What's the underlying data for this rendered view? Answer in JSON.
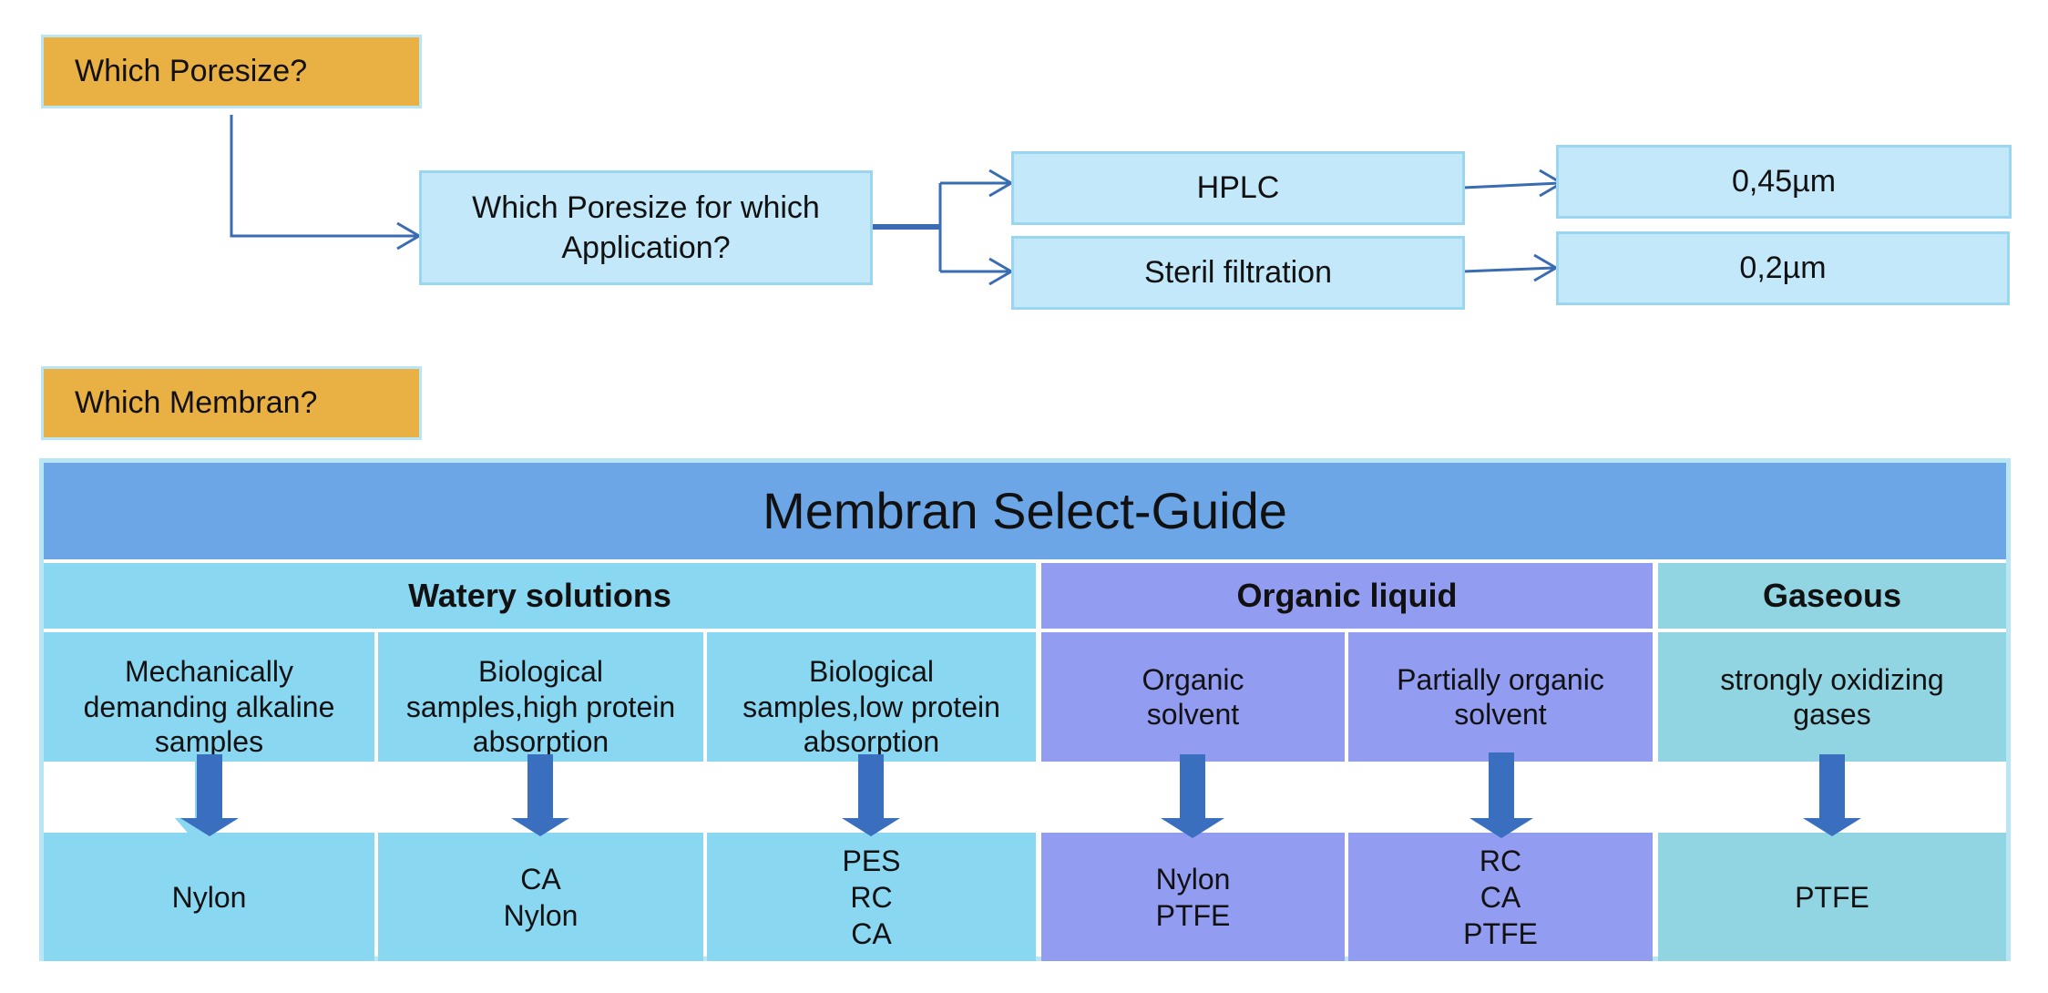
{
  "pore_section": {
    "heading": "Which Poresize?",
    "question": "Which Poresize for which\nApplication?",
    "applications": [
      {
        "name": "HPLC",
        "poresize": "0,45µm"
      },
      {
        "name": "Steril filtration",
        "poresize": "0,2µm"
      }
    ]
  },
  "membrane_section": {
    "heading": "Which Membran?",
    "guide_title": "Membran Select-Guide",
    "categories": [
      {
        "name": "Watery solutions",
        "color": "#8ad7f2"
      },
      {
        "name": "Organic liquid",
        "color": "#929cf0"
      },
      {
        "name": "Gaseous",
        "color": "#91d4e2"
      }
    ],
    "columns": [
      {
        "label": "Mechanically\ndemanding alkaline\nsamples",
        "result": "Nylon"
      },
      {
        "label": "Biological\nsamples,high protein\nabsorption",
        "result": "CA\nNylon"
      },
      {
        "label": "Biological\nsamples,low protein\nabsorption",
        "result": "PES\nRC\nCA"
      },
      {
        "label": "Organic\nsolvent",
        "result": "Nylon\nPTFE"
      },
      {
        "label": "Partially organic\nsolvent",
        "result": "RC\nCA\nPTFE"
      },
      {
        "label": "strongly oxidizing\ngases",
        "result": "PTFE"
      }
    ]
  },
  "colors": {
    "heading_box": "#e9b043",
    "flow_box": "#c3e8f9",
    "title_bar": "#6ca6e6",
    "arrow_dark": "#3a6fc0",
    "connector": "#3a6cb4"
  }
}
